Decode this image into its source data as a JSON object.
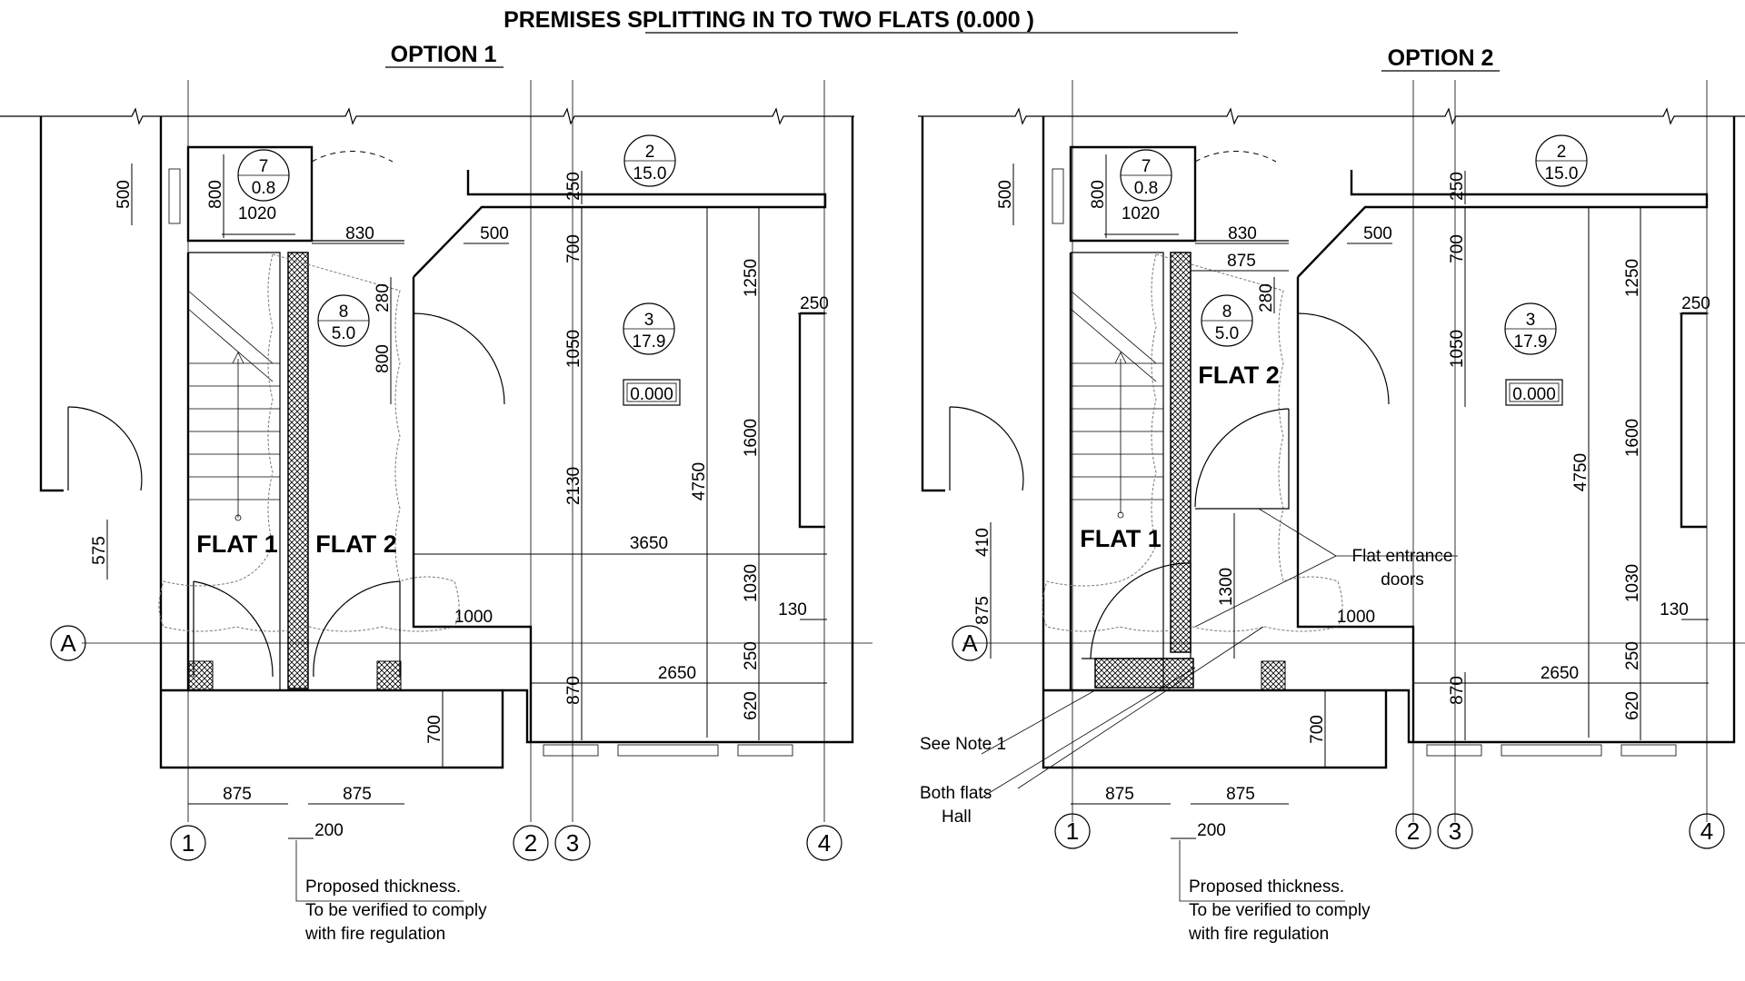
{
  "title": "PREMISES SPLITTING IN TO TWO FLATS (0.000 )",
  "options": [
    {
      "label": "OPTION 1",
      "rooms": [
        {
          "num": "7",
          "area": "0.8"
        },
        {
          "num": "2",
          "area": "15.0"
        },
        {
          "num": "8",
          "area": "5.0"
        },
        {
          "num": "3",
          "area": "17.9"
        }
      ],
      "level": "0.000",
      "flat1": "FLAT 1",
      "flat2": "FLAT 2",
      "dims": {
        "d500a": "500",
        "d800a": "800",
        "d1020": "1020",
        "d830": "830",
        "d500b": "500",
        "d250a": "250",
        "d700a": "700",
        "d280": "280",
        "d800b": "800",
        "d1050": "1050",
        "d1250": "1250",
        "d250b": "250",
        "d2130": "2130",
        "d1600": "1600",
        "d4750": "4750",
        "d575": "575",
        "d3650": "3650",
        "d1030": "1030",
        "d1000": "1000",
        "d130": "130",
        "d250c": "250",
        "d870": "870",
        "d2650": "2650",
        "d620": "620",
        "d700b": "700",
        "d875a": "875",
        "d875b": "875",
        "d200": "200"
      },
      "grid": [
        "1",
        "2",
        "3",
        "4",
        "A"
      ],
      "note": [
        "Proposed thickness.",
        "To be verified to comply",
        "with fire regulation"
      ]
    },
    {
      "label": "OPTION 2",
      "rooms": [
        {
          "num": "7",
          "area": "0.8"
        },
        {
          "num": "2",
          "area": "15.0"
        },
        {
          "num": "8",
          "area": "5.0"
        },
        {
          "num": "3",
          "area": "17.9"
        }
      ],
      "level": "0.000",
      "flat1": "FLAT 1",
      "flat2": "FLAT 2",
      "dims": {
        "d500a": "500",
        "d800a": "800",
        "d1020": "1020",
        "d830": "830",
        "d875t": "875",
        "d500b": "500",
        "d250a": "250",
        "d700a": "700",
        "d280": "280",
        "d1050": "1050",
        "d1250": "1250",
        "d250b": "250",
        "d1600": "1600",
        "d4750": "4750",
        "d410": "410",
        "d875l": "875",
        "d1300": "1300",
        "d1030": "1030",
        "d1000": "1000",
        "d130": "130",
        "d250c": "250",
        "d870": "870",
        "d2650": "2650",
        "d620": "620",
        "d700b": "700",
        "d875a": "875",
        "d875b": "875",
        "d200": "200"
      },
      "grid": [
        "1",
        "2",
        "3",
        "4",
        "A"
      ],
      "labels": {
        "entrance1": "Flat entrance",
        "entrance2": "doors",
        "see_note": "See Note 1",
        "hall1": "Both flats",
        "hall2": "Hall"
      },
      "note": [
        "Proposed thickness.",
        "To be verified to comply",
        "with fire regulation"
      ]
    }
  ]
}
